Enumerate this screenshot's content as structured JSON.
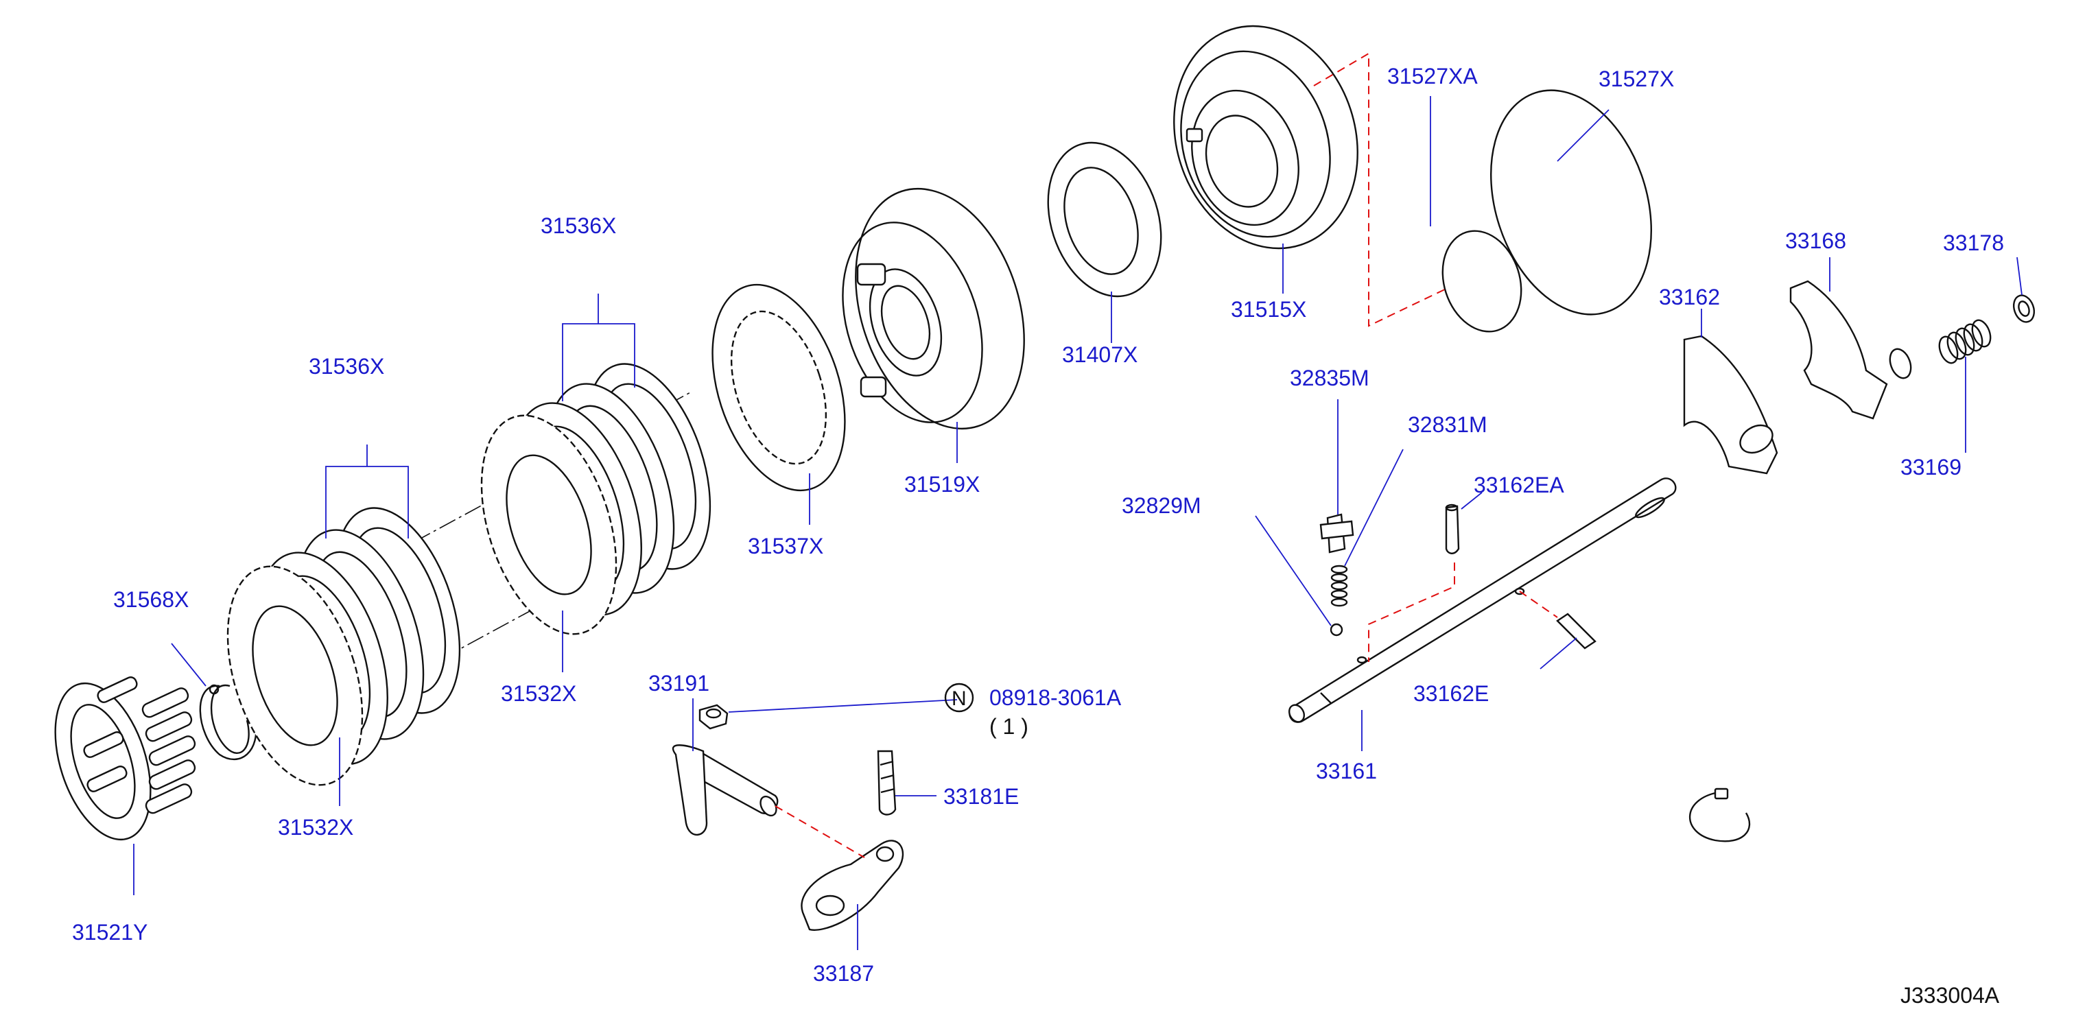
{
  "labels": {
    "l31568x": "31568X",
    "l31521y": "31521Y",
    "l31536x_a": "31536X",
    "l31536x_b": "31536X",
    "l31532x_a": "31532X",
    "l31532x_b": "31532X",
    "l31537x": "31537X",
    "l31519x": "31519X",
    "l31407x": "31407X",
    "l31515x": "31515X",
    "l31527xa": "31527XA",
    "l31527x": "31527X",
    "l33191": "33191",
    "l08918": "08918-3061A",
    "l08918_qty": "( 1 )",
    "l08918_mark": "N",
    "l33181e": "33181E",
    "l33187": "33187",
    "l32835m": "32835M",
    "l32831m": "32831M",
    "l32829m": "32829M",
    "l33162ea": "33162EA",
    "l33162e": "33162E",
    "l33161": "33161",
    "l33162": "33162",
    "l33168": "33168",
    "l33178": "33178",
    "l33169": "33169"
  },
  "diagram_code": "J333004A",
  "colors": {
    "label": "#1a1acc",
    "line": "#111111",
    "hidden_line": "#e01010"
  }
}
